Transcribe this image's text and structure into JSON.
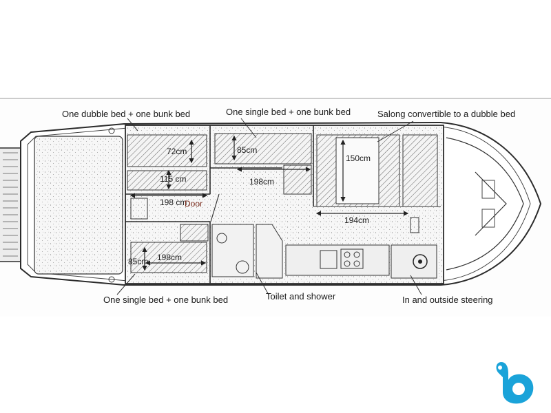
{
  "labels": {
    "fwd_cabin": "One dubble bed + one bunk bed",
    "mid_cabin": "One single bed + one bunk bed",
    "salon": "Salong convertible to a dubble bed",
    "aft_cabin": "One single bed + one bunk bed",
    "toilet": "Toilet and shower",
    "steering": "In and outside steering"
  },
  "dimensions": {
    "d1": "72cm",
    "d2": "115 cm",
    "d3": "198 cm",
    "d4": "85cm",
    "d5": "198cm",
    "d6": "150cm",
    "d7": "194cm",
    "d8": "85cm",
    "d9": "198cm"
  },
  "door_label": "Door",
  "colors": {
    "logo_primary": "#1aa3d9",
    "hull_line": "#2b2b2b"
  },
  "logo_icon": "b-brand-logo-icon"
}
